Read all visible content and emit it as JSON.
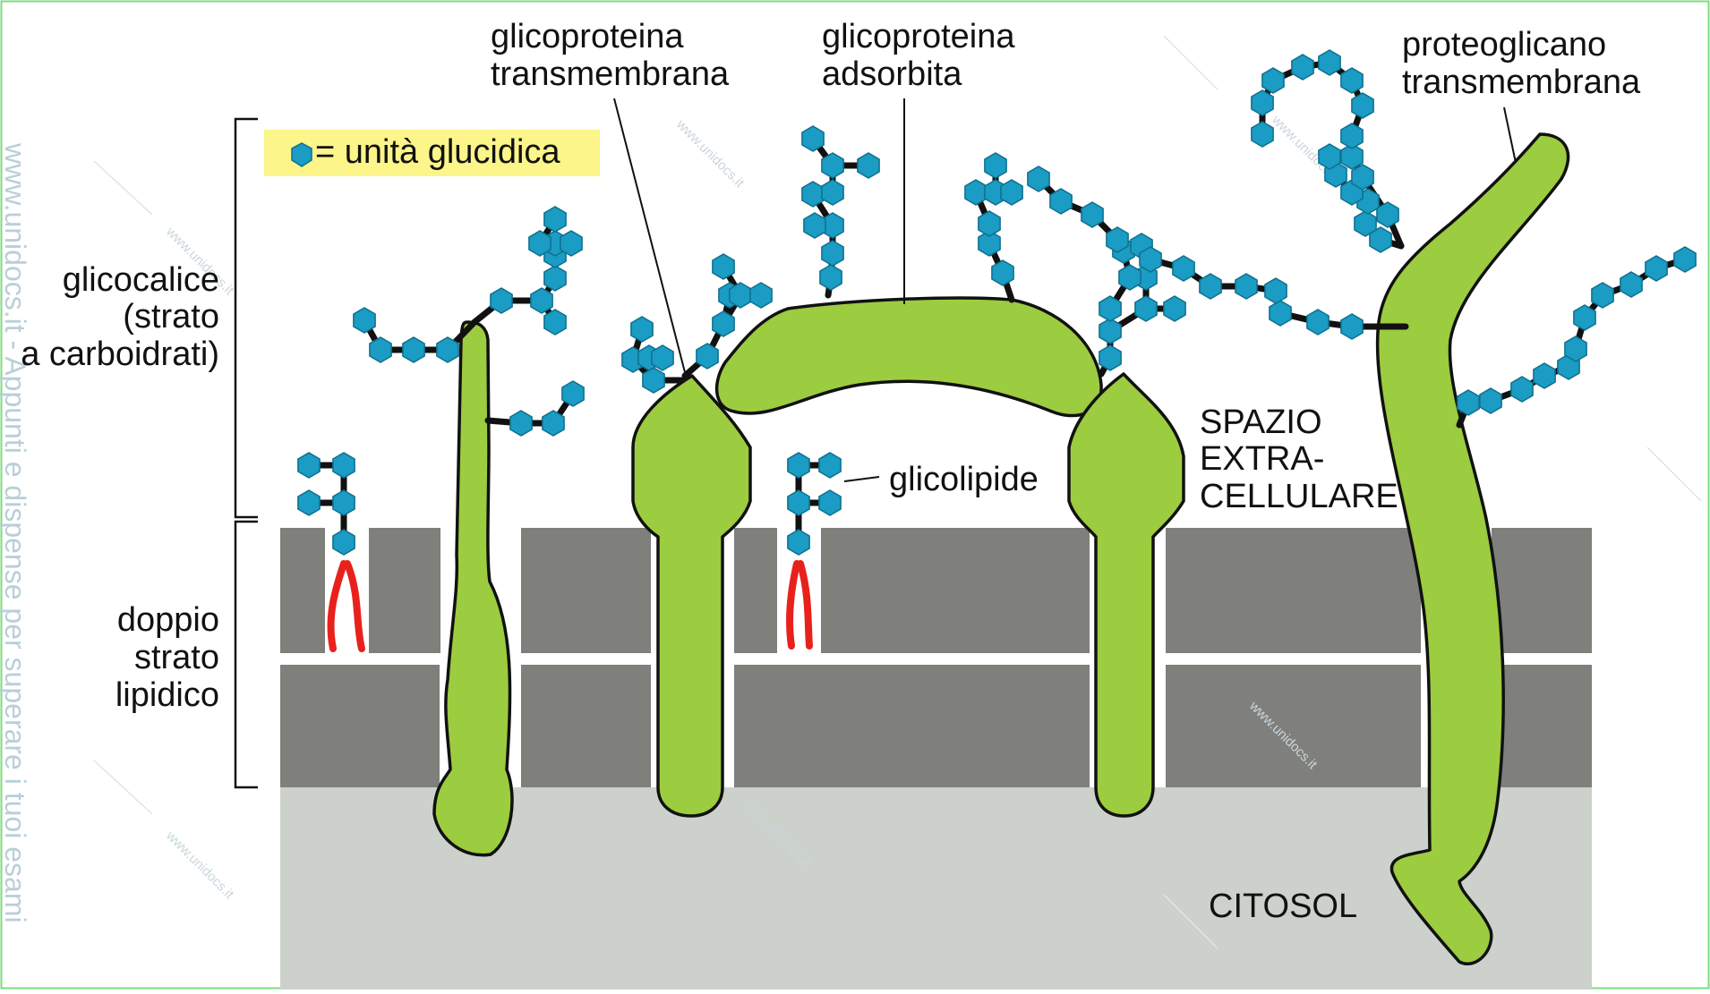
{
  "labels": {
    "glicoproteina_transmembrana": [
      "glicoproteina",
      "transmembrana"
    ],
    "glicoproteina_adsorbita": [
      "glicoproteina",
      "adsorbita"
    ],
    "proteoglicano_transmembrana": [
      "proteoglicano",
      "transmembrana"
    ],
    "glicocalice": [
      "glicocalice",
      "(strato",
      "a carboidrati)"
    ],
    "doppio_strato": [
      "doppio",
      "strato",
      "lipidico"
    ],
    "glicolipide": "glicolipide",
    "spazio_extracellulare": [
      "SPAZIO",
      "EXTRA-",
      "CELLULARE"
    ],
    "citosol": "CITOSOL"
  },
  "legend": {
    "text": "= unità glucidica",
    "icon": "hexagon-icon"
  },
  "watermark": {
    "vertical": "www.unidocs.it - Appunti e dispense per superare i tuoi esami",
    "diagonal": "www.unidocs.it"
  },
  "colors": {
    "protein": "#9ccc3f",
    "sugar": "#1a9cc4",
    "membrane": "#7f807c",
    "cytosol": "#cdd1cb",
    "lipid_tail": "#e8211c",
    "legend_bg": "#fbf58a",
    "frame": "#7ddc7d"
  }
}
